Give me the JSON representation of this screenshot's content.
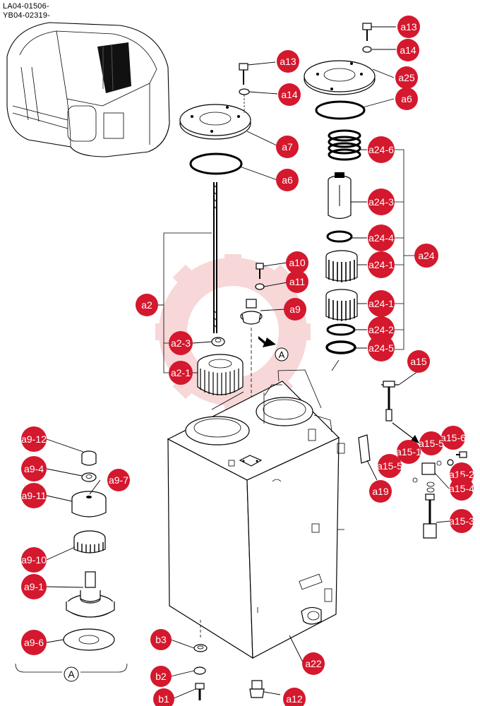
{
  "header": {
    "code_line1": "LA04-01506-",
    "code_line2": "YB04-02319-"
  },
  "view_label": "A",
  "view_marker_label": "A",
  "colors": {
    "callout_fill": "#d4182d",
    "callout_text": "#ffffff",
    "line": "#000000",
    "watermark": "#f2b8b8"
  },
  "callouts": {
    "a13_top": "a13",
    "a14_top": "a14",
    "a25": "a25",
    "a6_top": "a6",
    "a13": "a13",
    "a14": "a14",
    "a7": "a7",
    "a6": "a6",
    "a24_6": "a24-6",
    "a24_3": "a24-3",
    "a24_4": "a24-4",
    "a24_1a": "a24-1",
    "a24_1b": "a24-1",
    "a24_2": "a24-2",
    "a24_5": "a24-5",
    "a24": "a24",
    "a10": "a10",
    "a11": "a11",
    "a9": "a9",
    "a2": "a2",
    "a2_3": "a2-3",
    "a2_1": "a2-1",
    "a15": "a15",
    "a15_6": "a15-6",
    "a15_5a": "a15-5",
    "a15_1": "a15-1",
    "a15_2": "a15-2",
    "a15_5b": "a15-5",
    "a15_4": "a15-4",
    "a15_3": "a15-3",
    "a19": "a19",
    "a9_12": "a9-12",
    "a9_4": "a9-4",
    "a9_7": "a9-7",
    "a9_11": "a9-11",
    "a9_10": "a9-10",
    "a9_1": "a9-1",
    "a9_6": "a9-6",
    "b3": "b3",
    "b2": "b2",
    "b1": "b1",
    "a22": "a22",
    "a12": "a12"
  }
}
